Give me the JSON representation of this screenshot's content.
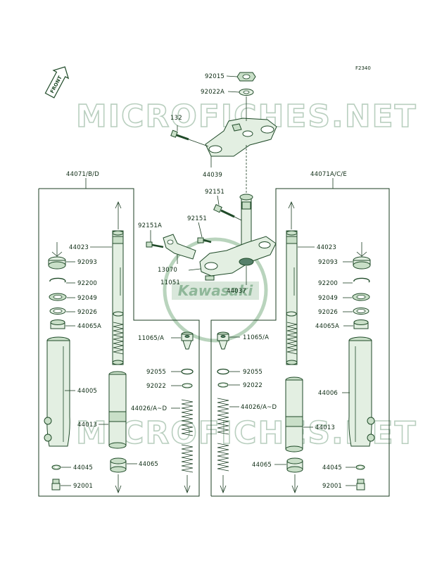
{
  "diagram_code": "F2340",
  "watermark_text": "MICROFICHES.NET",
  "brand_logo_text": "Kawasaki",
  "front_badge_text": "FRONT",
  "left_assembly_label": "44071/B/D",
  "right_assembly_label": "44071A/C/E",
  "center_labels": {
    "p92015": "92015",
    "p92022A": "92022A",
    "p132": "132",
    "p44039": "44039",
    "p92151_top": "92151",
    "p92151_mid": "92151",
    "p92151A": "92151A",
    "p13070": "13070",
    "p11051": "11051",
    "p44037": "44037"
  },
  "left_labels": {
    "p44023": "44023",
    "p92093": "92093",
    "p92200": "92200",
    "p92049": "92049",
    "p92026": "92026",
    "p44065A": "44065A",
    "p11065A": "11065/A",
    "p92055": "92055",
    "p92022": "92022",
    "p44005": "44005",
    "p44026": "44026/A~D",
    "p44013": "44013",
    "p44065": "44065",
    "p44045": "44045",
    "p92001": "92001"
  },
  "right_labels": {
    "p44023": "44023",
    "p92093": "92093",
    "p92200": "92200",
    "p92049": "92049",
    "p92026": "92026",
    "p44065A": "44065A",
    "p11065A": "11065/A",
    "p92055": "92055",
    "p92022": "92022",
    "p44006": "44006",
    "p44026": "44026/A~D",
    "p44013": "44013",
    "p44065": "44065",
    "p44045": "44045",
    "p92001": "92001"
  }
}
